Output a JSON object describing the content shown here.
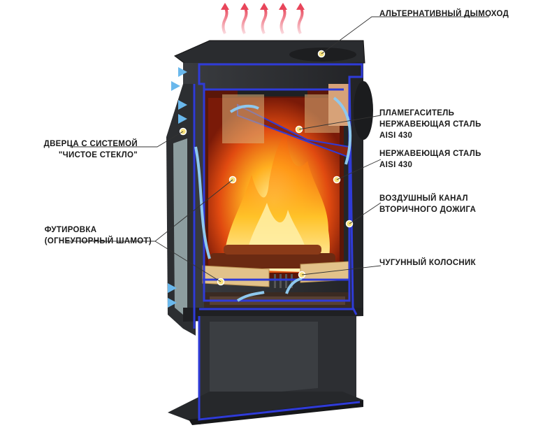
{
  "labels": {
    "chimney": "АЛЬТЕРНАТИВНЫЙ ДЫМОХОД",
    "flame_arrestor_1": "ПЛАМЕГАСИТЕЛЬ",
    "flame_arrestor_2": "НЕРЖАВЕЮЩАЯ СТАЛЬ",
    "flame_arrestor_3": "AISI 430",
    "stainless_1": "НЕРЖАВЕЮЩАЯ СТАЛЬ",
    "stainless_2": "AISI 430",
    "air_channel_1": "ВОЗДУШНЫЙ КАНАЛ",
    "air_channel_2": "ВТОРИЧНОГО ДОЖИГА",
    "grate": "ЧУГУННЫЙ КОЛОСНИК",
    "door_1": "ДВЕРЦА С СИСТЕМОЙ",
    "door_2": "\"ЧИСТОЕ СТЕКЛО\"",
    "lining_1": "ФУТИРОВКА",
    "lining_2": "(ОГНЕУПОРНЫЙ ШАМОТ)"
  },
  "colors": {
    "body": "#2b2d30",
    "body_dark": "#1b1c1e",
    "outline": "#2f3bd8",
    "chamotte": "#d8b27a",
    "fire_core": "#ffd23a",
    "fire_outer": "#ff6a00",
    "hot_air": "#f06a7a",
    "cold_air": "#8ec8ee"
  }
}
